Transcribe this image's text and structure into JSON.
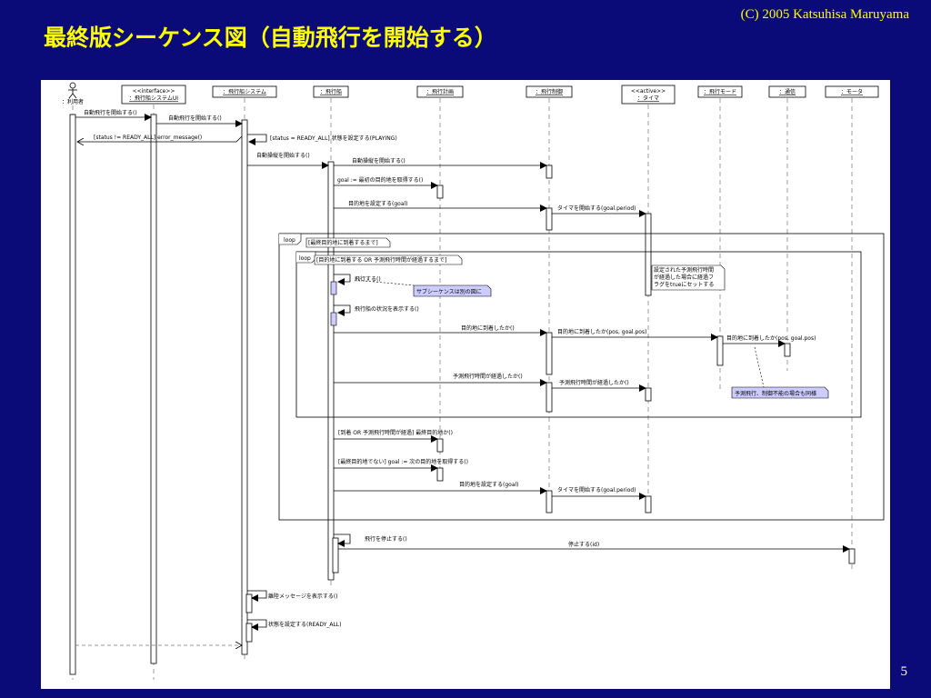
{
  "slide": {
    "title": "最終版シーケンス図（自動飛行を開始する）",
    "copyright": "(C) 2005 Katsuhisa Maruyama",
    "page_number": "5"
  },
  "participants": [
    {
      "id": "user",
      "label": "：利用者",
      "stereotype": "",
      "actor": true
    },
    {
      "id": "ui",
      "label": "：飛行船システムUI",
      "stereotype": "<<interface>>",
      "actor": false
    },
    {
      "id": "sys",
      "label": "：飛行船システム",
      "stereotype": "",
      "actor": false
    },
    {
      "id": "ship",
      "label": "：飛行船",
      "stereotype": "",
      "actor": false
    },
    {
      "id": "plan",
      "label": "：飛行計画",
      "stereotype": "",
      "actor": false
    },
    {
      "id": "ctrl",
      "label": "：飛行制御",
      "stereotype": "",
      "actor": false
    },
    {
      "id": "timer",
      "label": "：タイマ",
      "stereotype": "<<active>>",
      "actor": false
    },
    {
      "id": "mode",
      "label": "：飛行モード",
      "stereotype": "",
      "actor": false
    },
    {
      "id": "comm",
      "label": "：通信",
      "stereotype": "",
      "actor": false
    },
    {
      "id": "motor",
      "label": "：モータ",
      "stereotype": "",
      "actor": false
    }
  ],
  "messages": [
    "自動飛行を開始する()",
    "自動飛行を開始する()",
    "[status = READY_ALL] 状態を設定する(PLAYING)",
    "[status != READY_ALL] error_message()",
    "自動操縦を開始する()",
    "自動操縦を開始する()",
    "goal := 最初の目的地を取得する()",
    "目的地を設定する(goal)",
    "タイマを開始する(goal.period)",
    "飛行する()",
    "飛行船の状況を表示する()",
    "目的地に到着したか()",
    "目的地に到着したか(pos, goal.pos)",
    "目的地に到着したか(pos, goal.pos)",
    "予測飛行時間が経過したか()",
    "予測飛行時間が経過したか()",
    "[到着 OR 予測飛行時間が経過] 最終目的地か()",
    "[最終目的地でない] goal := 次の目的地を取得する()",
    "目的地を設定する(goal)",
    "タイマを開始する(goal.period)",
    "飛行を停止する()",
    "停止する(id)",
    "離陸メッセージを表示する()",
    "状態を設定する(READY_ALL)"
  ],
  "fragments": {
    "outer_label": "loop",
    "outer_guard": "[最終目的地に到着するまで]",
    "inner_label": "loop",
    "inner_guard": "[目的地に到着する OR 予測飛行時間が経過するまで]"
  },
  "notes": {
    "sub_sequence": "サブシーケンスは別の図に",
    "timer_note_1": "設定された予測飛行時間",
    "timer_note_2": "が経過した場合に経過フ",
    "timer_note_3": "ラグをtrueにセットする",
    "mode_note": "予測飛行、制御不能の場合も同様"
  },
  "colors": {
    "background": "#0a0a78",
    "title": "#ffff00",
    "note_fill": "#ccccff"
  }
}
